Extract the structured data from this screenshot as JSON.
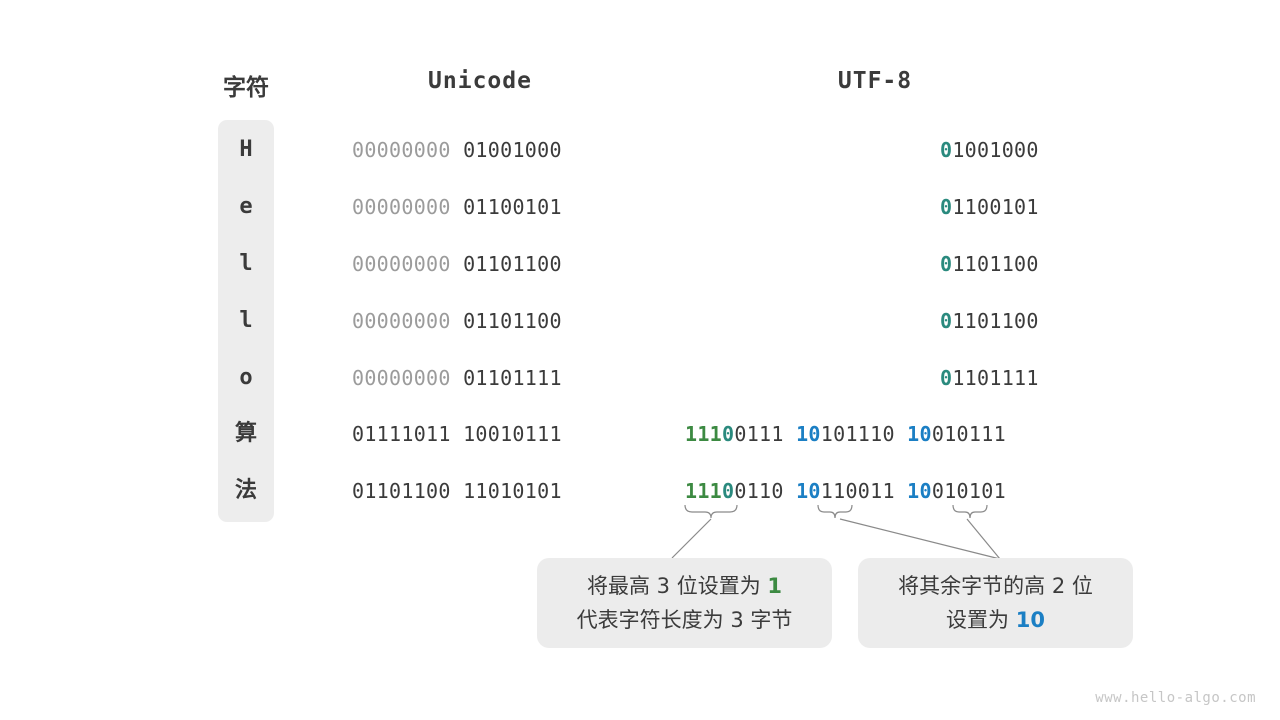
{
  "headers": {
    "character": "字符",
    "unicode": "Unicode",
    "utf8": "UTF-8"
  },
  "colors": {
    "green": "#3c8a42",
    "teal": "#2a8a7e",
    "blue": "#1b7fc4",
    "text": "#3b3b3b",
    "pad_gray": "#9b9b9b",
    "panel_gray": "#ededed",
    "note_gray": "#ececec",
    "watermark": "#c6c6c6"
  },
  "rows": [
    {
      "char": "H",
      "unicode_pad": "00000000",
      "unicode_body": "01001000",
      "utf8_type": "single",
      "utf8_prefix": "0",
      "utf8_rest": "1001000"
    },
    {
      "char": "e",
      "unicode_pad": "00000000",
      "unicode_body": "01100101",
      "utf8_type": "single",
      "utf8_prefix": "0",
      "utf8_rest": "1100101"
    },
    {
      "char": "l",
      "unicode_pad": "00000000",
      "unicode_body": "01101100",
      "utf8_type": "single",
      "utf8_prefix": "0",
      "utf8_rest": "1101100"
    },
    {
      "char": "l",
      "unicode_pad": "00000000",
      "unicode_body": "01101100",
      "utf8_type": "single",
      "utf8_prefix": "0",
      "utf8_rest": "1101100"
    },
    {
      "char": "o",
      "unicode_pad": "00000000",
      "unicode_body": "01101111",
      "utf8_type": "single",
      "utf8_prefix": "0",
      "utf8_rest": "1101111"
    },
    {
      "char": "算",
      "unicode_pad": "",
      "unicode_body": "01111011 10010111",
      "utf8_type": "multi",
      "lead_ones": "111",
      "lead_zero": "0",
      "lead_rest": "0111",
      "cont1_prefix": "10",
      "cont1_rest": "101110",
      "cont2_prefix": "10",
      "cont2_rest": "010111"
    },
    {
      "char": "法",
      "unicode_pad": "",
      "unicode_body": "01101100 11010101",
      "utf8_type": "multi",
      "lead_ones": "111",
      "lead_zero": "0",
      "lead_rest": "0110",
      "cont1_prefix": "10",
      "cont1_rest": "110011",
      "cont2_prefix": "10",
      "cont2_rest": "010101"
    }
  ],
  "notes": {
    "left": {
      "line1_a": "将最高 3 位设置为 ",
      "line1_b": "1",
      "line2": "代表字符长度为 3 字节"
    },
    "right": {
      "line1": "将其余字节的高 2 位",
      "line2_a": "设置为 ",
      "line2_b": "10"
    }
  },
  "watermark": "www.hello-algo.com"
}
